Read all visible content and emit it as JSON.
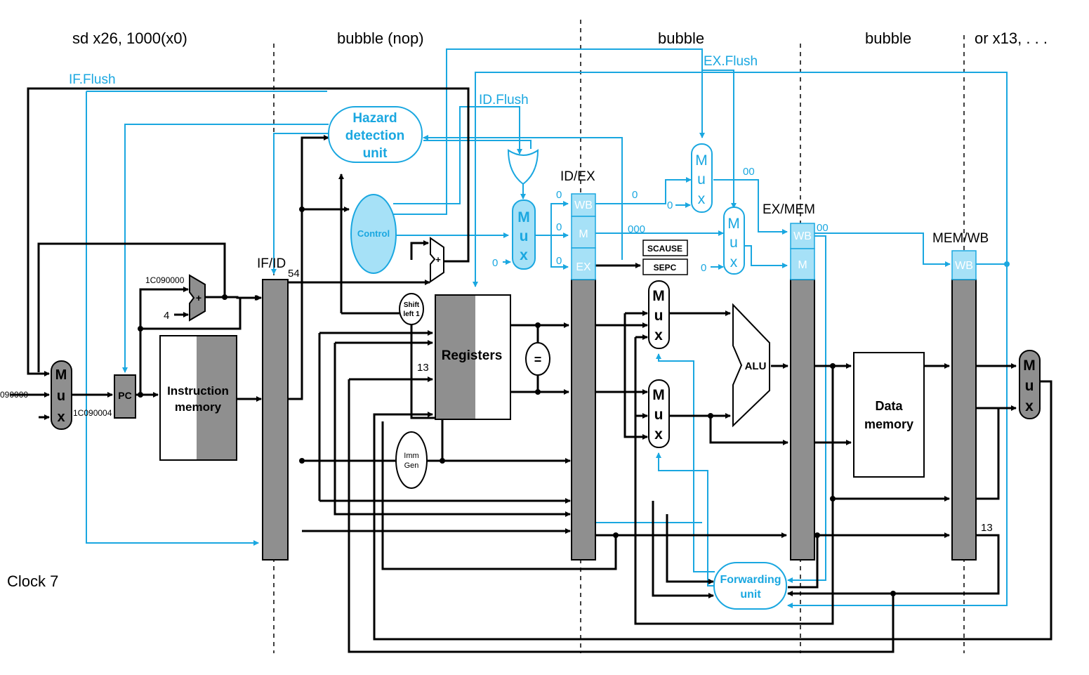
{
  "stages": {
    "if": "sd x26, 1000(x0)",
    "id": "bubble (nop)",
    "ex": "bubble",
    "mem": "bubble",
    "wb": "or x13, . . ."
  },
  "signals": {
    "if_flush": "IF.Flush",
    "id_flush": "ID.Flush",
    "ex_flush": "EX.Flush"
  },
  "pipeline_registers": {
    "if_id": "IF/ID",
    "id_ex": "ID/EX",
    "ex_mem": "EX/MEM",
    "mem_wb": "MEM/WB"
  },
  "fields": {
    "wb": "WB",
    "m": "M",
    "ex": "EX"
  },
  "units": {
    "hazard_line1": "Hazard",
    "hazard_line2": "detection",
    "hazard_line3": "unit",
    "control": "Control",
    "registers": "Registers",
    "instr_mem_line1": "Instruction",
    "instr_mem_line2": "memory",
    "data_mem_line1": "Data",
    "data_mem_line2": "memory",
    "alu": "ALU",
    "pc": "PC",
    "imm_gen_line1": "Imm",
    "imm_gen_line2": "Gen",
    "shift_line1": "Shift",
    "shift_line2": "left 1",
    "forward_line1": "Forwarding",
    "forward_line2": "unit",
    "scause": "SCAUSE",
    "sepc": "SEPC",
    "equal": "=",
    "plus": "+"
  },
  "mux_letters": [
    "M",
    "u",
    "x"
  ],
  "values": {
    "pc_target": "1C090000",
    "pc_left": "090000",
    "pc_plus4": "1C090004",
    "four": "4",
    "ifid_54": "54",
    "reg_13": "13",
    "wb_13": "13",
    "zero": "0",
    "triple_zero": "000",
    "double_zero": "00"
  },
  "clock": "Clock 7",
  "colors": {
    "control_blue": "#1aa7e0",
    "fill_blue": "#a6e1f7",
    "register_gray": "#8f8f8f"
  }
}
